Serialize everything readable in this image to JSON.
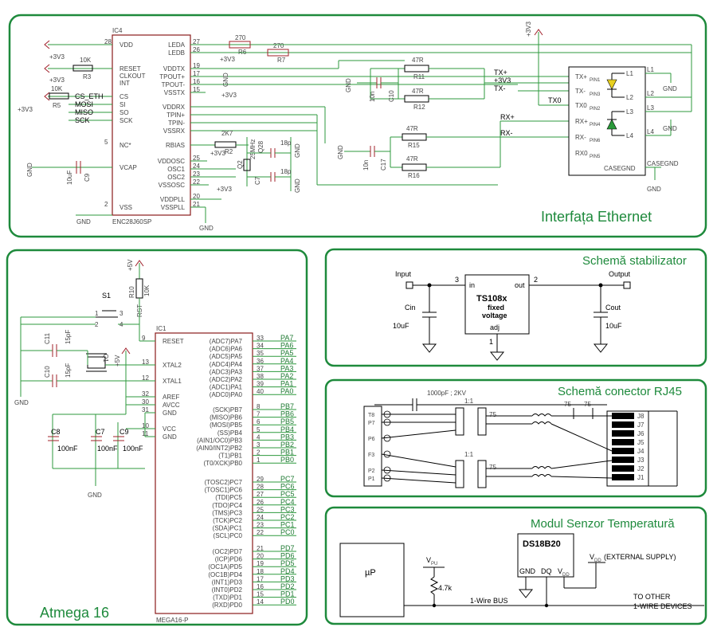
{
  "titles": {
    "ethernet": "Interfața Ethernet",
    "atmega": "Atmega 16",
    "stabilizer": "Schemă stabilizator",
    "rj45": "Schemă conector RJ45",
    "sensor": "Modul Senzor Temperatură"
  },
  "enc": {
    "ref": "IC4",
    "part": "ENC28J60SP",
    "left_pins": [
      {
        "num": "28",
        "name": "VDD"
      },
      {
        "num": "",
        "name": "RESET"
      },
      {
        "num": "",
        "name": "CLKOUT"
      },
      {
        "num": "",
        "name": "INT"
      },
      {
        "num": "",
        "name": "CS"
      },
      {
        "num": "",
        "name": "SI"
      },
      {
        "num": "",
        "name": "SO"
      },
      {
        "num": "",
        "name": "SCK"
      },
      {
        "num": "5",
        "name": "NC*"
      },
      {
        "num": "",
        "name": "VCAP"
      },
      {
        "num": "2",
        "name": "VSS"
      }
    ],
    "right_pins": [
      {
        "num": "27",
        "name": "LEDA"
      },
      {
        "num": "26",
        "name": "LEDB"
      },
      {
        "num": "19",
        "name": "VDDTX"
      },
      {
        "num": "17",
        "name": "TPOUT+"
      },
      {
        "num": "16",
        "name": "TPOUT-"
      },
      {
        "num": "15",
        "name": "VSSTX"
      },
      {
        "num": "",
        "name": "VDDRX"
      },
      {
        "num": "",
        "name": "TPIN+"
      },
      {
        "num": "",
        "name": "TPIN-"
      },
      {
        "num": "",
        "name": "VSSRX"
      },
      {
        "num": "",
        "name": "RBIAS"
      },
      {
        "num": "25",
        "name": "VDDOSC"
      },
      {
        "num": "24",
        "name": "OSC1"
      },
      {
        "num": "23",
        "name": "OSC2"
      },
      {
        "num": "22",
        "name": "VSSOSC"
      },
      {
        "num": "20",
        "name": "VDDPLL"
      },
      {
        "num": "21",
        "name": "VSSPLL"
      }
    ],
    "signals": [
      "CS_ETH",
      "MOSI",
      "MISO",
      "SCK"
    ]
  },
  "eth_labels": {
    "supply": "+3V3",
    "gnd": "GND",
    "r3": "10K",
    "r3_ref": "R3",
    "r5": "10K",
    "r5_ref": "R5",
    "r6": "270",
    "r6_ref": "R6",
    "r7": "270",
    "r7_ref": "R7",
    "r2": "2K7",
    "r2_ref": "R2",
    "r11": "47R",
    "r11_ref": "R11",
    "r12": "47R",
    "r12_ref": "R12",
    "r15": "47R",
    "r15_ref": "R15",
    "r16": "47R",
    "r16_ref": "R16",
    "c9": "10uF",
    "c9_ref": "C9",
    "c10": "10n",
    "c10_ref": "C10",
    "c17": "10n",
    "c17_ref": "C17",
    "c8": "18p",
    "c7": "18p",
    "c7_ref": "C7",
    "xtal": "25MHz",
    "xtal_ref": "Q2",
    "q28": "Q28",
    "tx_plus": "TX+",
    "tx_minus": "TX-",
    "rx_plus": "RX+",
    "rx_minus": "RX-",
    "tx0": "TX0",
    "casegnd": "CASEGND",
    "mag_pins": [
      "TX+",
      "TX-",
      "TX0",
      "RX+",
      "RX-",
      "RX0"
    ],
    "mag_pin_sub": [
      "PIN1",
      "PIN3",
      "PIN2",
      "PIN4",
      "PIN6",
      "PIN5"
    ],
    "l_pins": [
      "L1",
      "L2",
      "L3",
      "L4"
    ]
  },
  "atmega": {
    "ref": "IC1",
    "part": "MEGA16-P",
    "left_pins": [
      {
        "num": "9",
        "name": "RESET"
      },
      {
        "num": "13",
        "name": "XTAL2"
      },
      {
        "num": "12",
        "name": "XTAL1"
      },
      {
        "num": "32",
        "name": "AREF"
      },
      {
        "num": "30",
        "name": "AVCC"
      },
      {
        "num": "31",
        "name": "GND"
      },
      {
        "num": "10",
        "name": "VCC"
      },
      {
        "num": "11",
        "name": "GND"
      }
    ],
    "port_a": [
      {
        "fn": "(ADC7)PA7",
        "num": "33",
        "net": "PA7"
      },
      {
        "fn": "(ADC6)PA6",
        "num": "34",
        "net": "PA6"
      },
      {
        "fn": "(ADC5)PA5",
        "num": "35",
        "net": "PA5"
      },
      {
        "fn": "(ADC4)PA4",
        "num": "36",
        "net": "PA4"
      },
      {
        "fn": "(ADC3)PA3",
        "num": "37",
        "net": "PA3"
      },
      {
        "fn": "(ADC2)PA2",
        "num": "38",
        "net": "PA2"
      },
      {
        "fn": "(ADC1)PA1",
        "num": "39",
        "net": "PA1"
      },
      {
        "fn": "(ADC0)PA0",
        "num": "40",
        "net": "PA0"
      }
    ],
    "port_b": [
      {
        "fn": "(SCK)PB7",
        "num": "8",
        "net": "PB7"
      },
      {
        "fn": "(MISO)PB6",
        "num": "7",
        "net": "PB6"
      },
      {
        "fn": "(MOSI)PB5",
        "num": "6",
        "net": "PB5"
      },
      {
        "fn": "(SS)PB4",
        "num": "5",
        "net": "PB4"
      },
      {
        "fn": "(AIN1/OC0)PB3",
        "num": "4",
        "net": "PB3"
      },
      {
        "fn": "(AIN0/INT2)PB2",
        "num": "3",
        "net": "PB2"
      },
      {
        "fn": "(T1)PB1",
        "num": "2",
        "net": "PB1"
      },
      {
        "fn": "(T0/XCK)PB0",
        "num": "1",
        "net": "PB0"
      }
    ],
    "port_c": [
      {
        "fn": "(TOSC2)PC7",
        "num": "29",
        "net": "PC7"
      },
      {
        "fn": "(TOSC1)PC6",
        "num": "28",
        "net": "PC6"
      },
      {
        "fn": "(TDI)PC5",
        "num": "27",
        "net": "PC5"
      },
      {
        "fn": "(TDO)PC4",
        "num": "26",
        "net": "PC4"
      },
      {
        "fn": "(TMS)PC3",
        "num": "25",
        "net": "PC3"
      },
      {
        "fn": "(TCK)PC2",
        "num": "24",
        "net": "PC2"
      },
      {
        "fn": "(SDA)PC1",
        "num": "23",
        "net": "PC1"
      },
      {
        "fn": "(SCL)PC0",
        "num": "22",
        "net": "PC0"
      }
    ],
    "port_d": [
      {
        "fn": "(OC2)PD7",
        "num": "21",
        "net": "PD7"
      },
      {
        "fn": "(ICP)PD6",
        "num": "20",
        "net": "PD6"
      },
      {
        "fn": "(OC1A)PD5",
        "num": "19",
        "net": "PD5"
      },
      {
        "fn": "(OC1B)PD4",
        "num": "18",
        "net": "PD4"
      },
      {
        "fn": "(INT1)PD3",
        "num": "17",
        "net": "PD3"
      },
      {
        "fn": "(INT0)PD2",
        "num": "16",
        "net": "PD2"
      },
      {
        "fn": "(TXD)PD1",
        "num": "15",
        "net": "PD1"
      },
      {
        "fn": "(RXD)PD0",
        "num": "14",
        "net": "PD0"
      }
    ],
    "r10": "10K",
    "r10_ref": "R10",
    "rst": "RST",
    "vcc": "+5V",
    "s1": "S1",
    "c11": "C11",
    "c11_val": "15pF",
    "c10": "C10",
    "c10_val": "15pF",
    "q1": "Q1",
    "c8": "C8",
    "c8_val": "100nF",
    "c7": "C7",
    "c7_val": "100nF",
    "c9": "C9",
    "c9_val": "100nF",
    "gnd": "GND",
    "s1_pins": [
      "1",
      "2",
      "3",
      "4"
    ]
  },
  "stabilizer": {
    "input": "Input",
    "output": "Output",
    "part": "TS108x",
    "fixed": "fixed",
    "voltage": "voltage",
    "pin_in": "in",
    "pin_out": "out",
    "pin_adj": "adj",
    "num_in": "3",
    "num_out": "2",
    "num_adj": "1",
    "cin": "Cin",
    "cin_val": "10uF",
    "cout": "Cout",
    "cout_val": "10uF"
  },
  "rj45": {
    "cap": "1000pF ; 2KV",
    "ratio_top": "1:1",
    "ratio_bot": "1:1",
    "r_top": "75",
    "r_bot": "75",
    "r_a": "75",
    "r_b": "75",
    "left_pins": [
      "T8",
      "P7",
      "P6",
      "F3",
      "P2",
      "P1"
    ],
    "j_pins": [
      "J8",
      "J7",
      "J6",
      "J5",
      "J4",
      "J3",
      "J2",
      "J1"
    ]
  },
  "sensor": {
    "mcu": "µP",
    "vpu": "V",
    "vpu_sub": "PU",
    "r": "4.7k",
    "part": "DS18B20",
    "gnd": "GND",
    "dq": "DQ",
    "vdd": "V",
    "vdd_sub": "DD",
    "ext": "(EXTERNAL SUPPLY)",
    "ext_v": "V",
    "ext_sub": "DD",
    "bus": "1-Wire BUS",
    "other1": "TO OTHER",
    "other2": "1-WIRE DEVICES"
  }
}
